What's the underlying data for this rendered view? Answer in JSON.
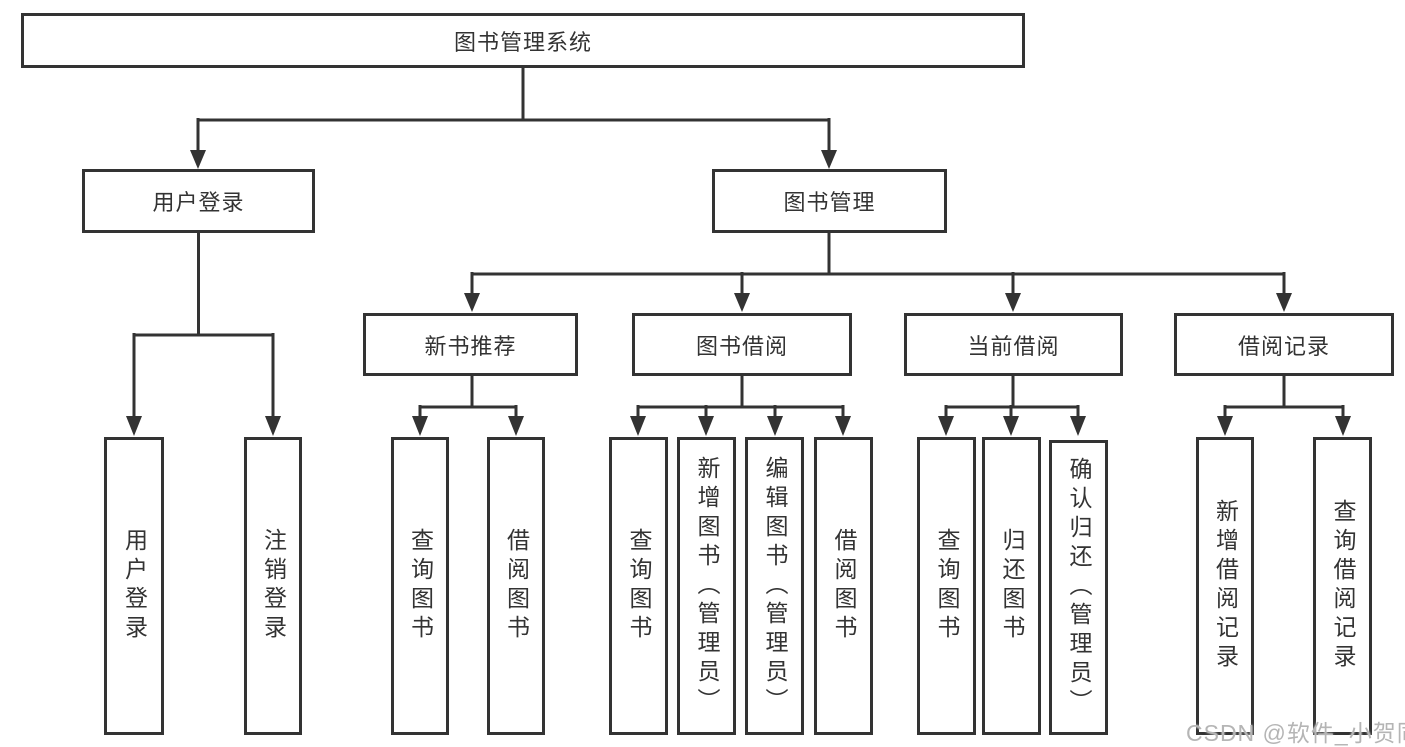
{
  "diagram": {
    "root": {
      "label": "图书管理系统"
    },
    "level2": {
      "user_login": {
        "label": "用户登录"
      },
      "book_mgmt": {
        "label": "图书管理"
      }
    },
    "level3": {
      "new_book": {
        "label": "新书推荐"
      },
      "book_borrow": {
        "label": "图书借阅"
      },
      "current_borrow": {
        "label": "当前借阅"
      },
      "borrow_record": {
        "label": "借阅记录"
      }
    },
    "leaves": {
      "user_login": {
        "label": "用户登录"
      },
      "logout": {
        "label": "注销登录"
      },
      "query_book_a": {
        "label": "查询图书"
      },
      "borrow_book_a": {
        "label": "借阅图书"
      },
      "query_book_b": {
        "label": "查询图书"
      },
      "add_book": {
        "label": "新增图书（管理员）"
      },
      "edit_book": {
        "label": "编辑图书（管理员）"
      },
      "borrow_book_b": {
        "label": "借阅图书"
      },
      "query_book_c": {
        "label": "查询图书"
      },
      "return_book": {
        "label": "归还图书"
      },
      "confirm_return": {
        "label": "确认归还（管理员）"
      },
      "add_record": {
        "label": "新增借阅记录"
      },
      "query_record": {
        "label": "查询借阅记录"
      }
    },
    "colors": {
      "line": "#333333",
      "text": "#333333",
      "background": "#ffffff",
      "watermark": "#b5b5b5"
    }
  },
  "watermark": {
    "text": "CSDN @软件_小贺同学"
  }
}
